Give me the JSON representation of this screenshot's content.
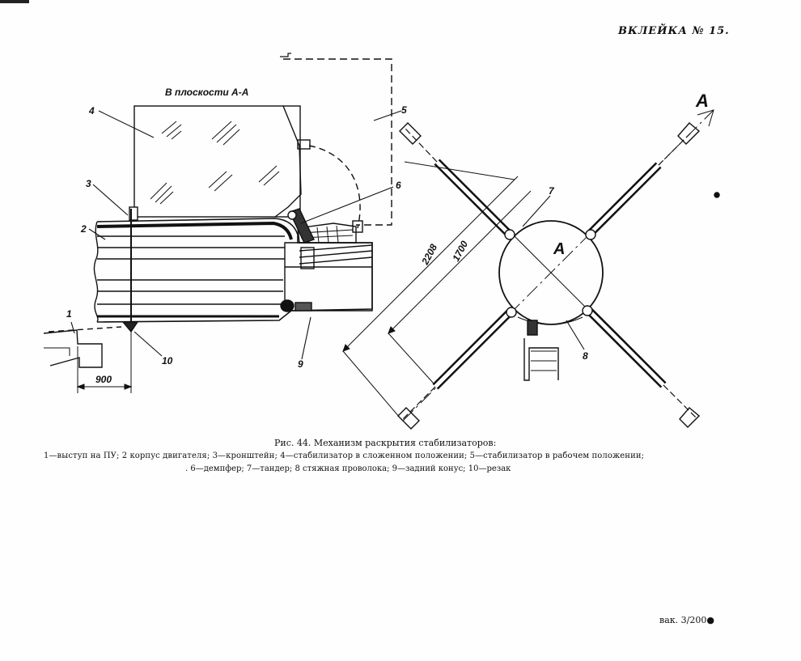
{
  "header": {
    "insert_label": "ВКЛЕЙКА № 15."
  },
  "drawing": {
    "side_view_title": "В плоскости А-А",
    "section_letter": "А",
    "callouts": [
      "1",
      "2",
      "3",
      "4",
      "5",
      "6",
      "7",
      "8",
      "9",
      "10"
    ],
    "dimensions": {
      "offset": "900",
      "span_outer": "2208",
      "span_inner": "1700"
    }
  },
  "caption": {
    "title": "Рис. 44. Механизм раскрытия стабилизаторов:",
    "line1": "1—выступ на ПУ; 2  корпус двигателя; 3—кронштейн; 4—стабилизатор в сложенном положении;   5—стабилизатор в рабочем  положении;",
    "line2": ". 6—демпфер; 7—тандер; 8  стяжная проволока; 9—задний конус;  10—резак"
  },
  "footer": {
    "order_code": "вак. 3/200●"
  }
}
